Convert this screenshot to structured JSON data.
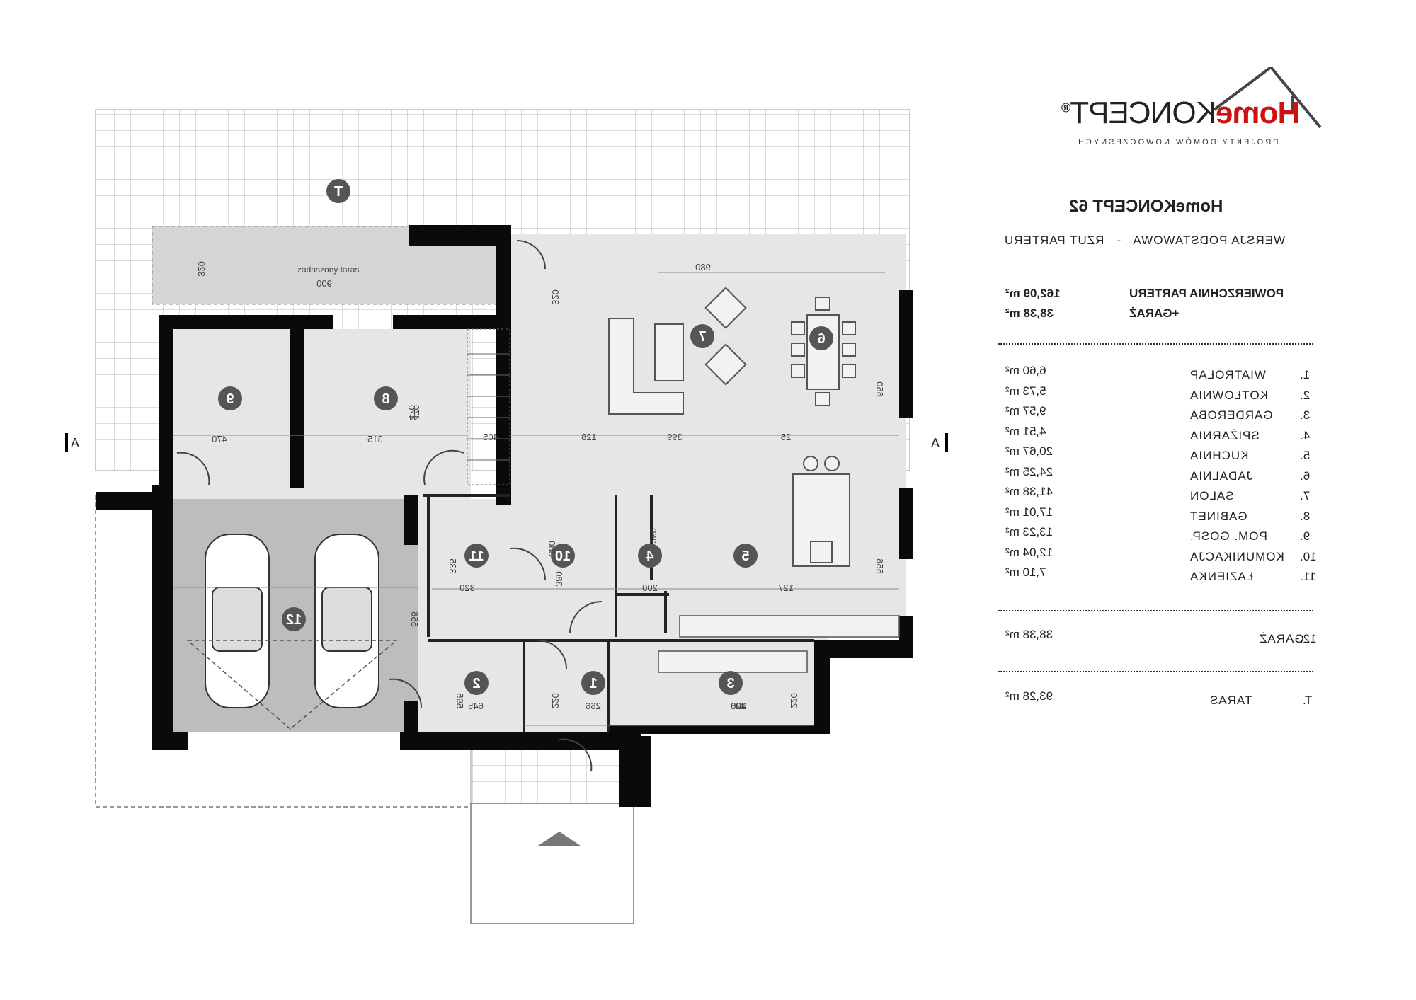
{
  "brand": {
    "home": "Home",
    "koncept": "KONCEPT",
    "reg": "®",
    "tagline": "PROJEKTY DOMÓW NOWOCZESNYCH"
  },
  "project": {
    "title": "HomeKONCEPT 62",
    "subtitle": "WERSJA PODSTAWOWA   -   RZUT PARTERU"
  },
  "summary": [
    {
      "label": "POWIERZCHNIA PARTERU",
      "value": "162,09 m²"
    },
    {
      "label": "+GARAŻ",
      "value": "38,38 m²"
    }
  ],
  "rooms": [
    {
      "num": "1.",
      "name": "WIATROŁAP",
      "area": "6,60 m²"
    },
    {
      "num": "2.",
      "name": "KOTŁOWNIA",
      "area": "5,73 m²"
    },
    {
      "num": "3.",
      "name": "GARDEROBA",
      "area": "9,57 m²"
    },
    {
      "num": "4.",
      "name": "SPIŻARNIA",
      "area": "4,51 m²"
    },
    {
      "num": "5.",
      "name": "KUCHNIA",
      "area": "20,67 m²"
    },
    {
      "num": "6.",
      "name": "JADALNIA",
      "area": "24,25 m²"
    },
    {
      "num": "7.",
      "name": "SALON",
      "area": "41,38 m²"
    },
    {
      "num": "8.",
      "name": "GABINET",
      "area": "17,01 m²"
    },
    {
      "num": "9.",
      "name": "POM. GOSP.",
      "area": "13,23 m²"
    },
    {
      "num": "10.",
      "name": "KOMUNIKACJA",
      "area": "12,04 m²"
    },
    {
      "num": "11.",
      "name": "ŁAZIENKA",
      "area": "7,10 m²"
    }
  ],
  "garage": {
    "num": "12.",
    "name": "GARAŻ",
    "area": "38,38 m²"
  },
  "terrace": {
    "num": "T.",
    "name": "TARAS",
    "area": "93,28 m²"
  },
  "plan": {
    "section_mark": "A",
    "terrace_marker": "T",
    "covered_terrace_label": "zadaszony taras",
    "room_markers": [
      "1",
      "2",
      "3",
      "4",
      "5",
      "6",
      "7",
      "8",
      "9",
      "10",
      "11",
      "12"
    ],
    "dims": [
      "320",
      "900",
      "980",
      "320",
      "650",
      "470",
      "470",
      "470",
      "315",
      "405",
      "128",
      "399",
      "25",
      "556",
      "380",
      "260",
      "335",
      "320",
      "200",
      "127",
      "556",
      "380",
      "595",
      "645",
      "220",
      "266",
      "220",
      "300",
      "220",
      "435"
    ]
  },
  "colors": {
    "wall": "#0a0a0a",
    "floor": "#e6e6e6",
    "garage": "#bdbdbd",
    "grid": "#b9b9b9",
    "marker": "#555555"
  }
}
